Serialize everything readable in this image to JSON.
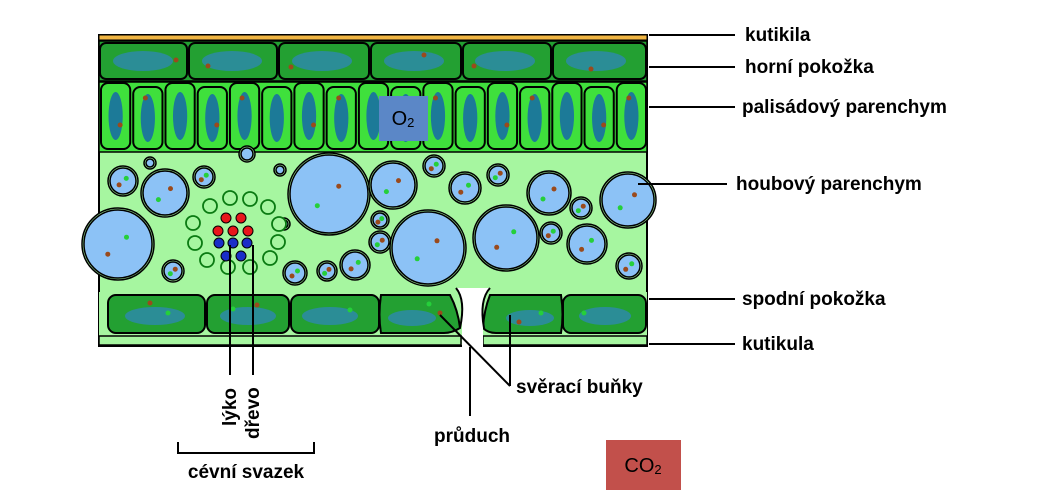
{
  "labels": {
    "cuticle_top": "kutikila",
    "upper_epidermis": "horní pokožka",
    "palisade": "palisádový parenchym",
    "spongy": "houbový parenchym",
    "lower_epidermis": "spodní pokožka",
    "cuticle_bottom": "kutikula",
    "guard_cells": "svěrací buňky",
    "stoma": "průduch",
    "phloem": "lýko",
    "xylem": "dřevo",
    "vascular_bundle": "cévní svazek"
  },
  "gases": {
    "oxygen": {
      "base": "O",
      "sub": "2",
      "color": "#5b87c7"
    },
    "carbon_dioxide": {
      "base": "CO",
      "sub": "2",
      "color": "#c2504b"
    }
  },
  "colors": {
    "cuticle": "#f0b542",
    "epidermis": "#23a032",
    "epidermis_vacuole": "#2b8d96",
    "palisade": "#3fe03c",
    "palisade_vacuole": "#1c7a98",
    "mesophyll_bg": "#a6f6a0",
    "spongy_cell": "#8cc2f6",
    "chloroplast": "#25cf3a",
    "nucleus": "#9a4a1c",
    "phloem_cell": "#e8161c",
    "xylem_cell": "#1a2ec8"
  }
}
